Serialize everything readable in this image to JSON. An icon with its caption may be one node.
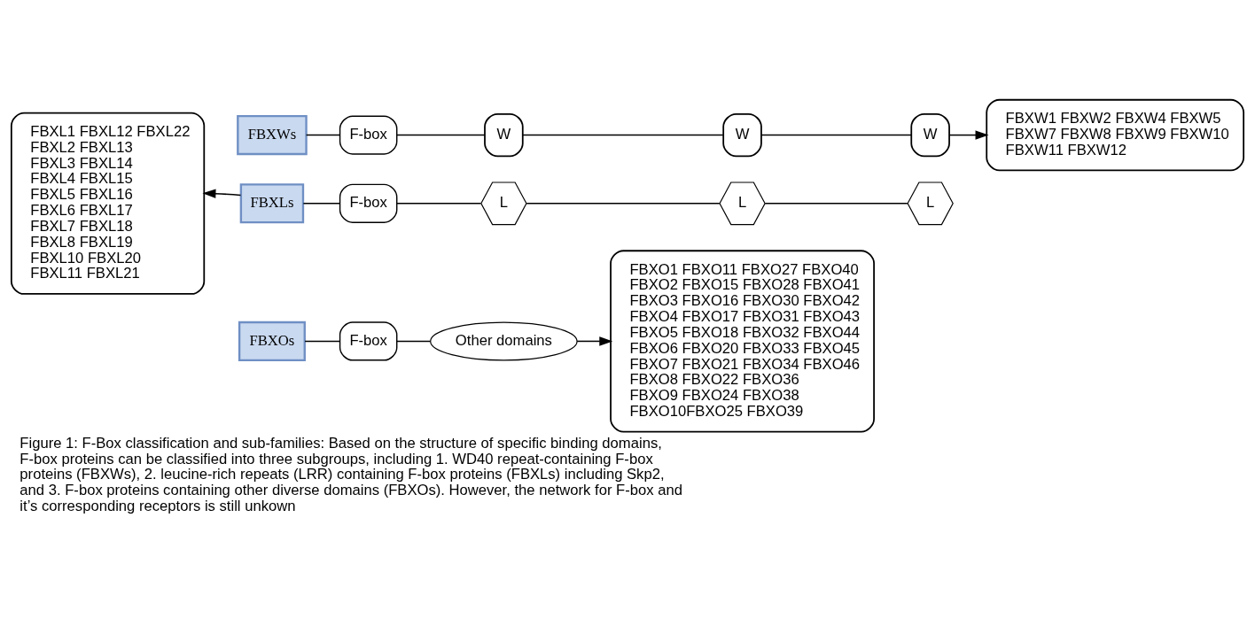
{
  "diagram": {
    "caption": "Figure 1: F-Box classification and sub-families: Based on the structure of specific binding domains, F-box proteins can be classified into three subgroups, including 1. WD40 repeat-containing F-box proteins (FBXWs), 2. leucine-rich repeats (LRR) containing F-box proteins (FBXLs) including Skp2, and 3. F-box proteins containing other diverse domains (FBXOs). However, the network for F-box and it’s corresponding receptors is still unkown",
    "nodes": [
      {
        "text": [
          "FBXWs"
        ]
      },
      {
        "text": [
          "F-box"
        ]
      },
      {
        "text": [
          "W"
        ]
      },
      {
        "text": [
          "W"
        ]
      },
      {
        "text": [
          "W"
        ]
      },
      {
        "text": [
          "FBXW1 FBXW2 FBXW4 FBXW5",
          "FBXW7 FBXW8 FBXW9 FBXW10",
          "FBXW11 FBXW12"
        ]
      },
      {
        "text": [
          "FBXL1 FBXL12 FBXL22",
          "FBXL2 FBXL13",
          "FBXL3 FBXL14",
          "FBXL4 FBXL15",
          "FBXL5 FBXL16",
          "FBXL6 FBXL17",
          "FBXL7 FBXL18",
          "FBXL8 FBXL19",
          "FBXL10 FBXL20",
          "FBXL11 FBXL21"
        ]
      },
      {
        "text": [
          "FBXLs"
        ]
      },
      {
        "text": [
          "F-box"
        ]
      },
      {
        "text": [
          "L"
        ]
      },
      {
        "text": [
          "L"
        ]
      },
      {
        "text": [
          "L"
        ]
      },
      {
        "text": [
          "FBXO1 FBXO11 FBXO27 FBXO40",
          "FBXO2 FBXO15 FBXO28 FBXO41",
          "FBXO3 FBXO16 FBXO30 FBXO42",
          "FBXO4 FBXO17 FBXO31 FBXO43",
          "FBXO5 FBXO18 FBXO32 FBXO44",
          "FBXO6 FBXO20 FBXO33 FBXO45",
          "FBXO7 FBXO21 FBXO34 FBXO46",
          "FBXO8 FBXO22 FBXO36",
          "FBXO9 FBXO24 FBXO38",
          "FBXO10FBXO25 FBXO39"
        ]
      },
      {
        "text": [
          "FBXOs"
        ]
      },
      {
        "text": [
          "F-box"
        ]
      },
      {
        "text": [
          "Other domains"
        ]
      }
    ],
    "edges": [
      {
        "from": 0,
        "to": 1,
        "arrow": "none"
      },
      {
        "from": 1,
        "to": 2,
        "arrow": "none"
      },
      {
        "from": 2,
        "to": 3,
        "arrow": "none"
      },
      {
        "from": 3,
        "to": 4,
        "arrow": "none"
      },
      {
        "from": 4,
        "to": 5,
        "arrow": "to"
      },
      {
        "from": 7,
        "to": 6,
        "arrow": "to"
      },
      {
        "from": 7,
        "to": 8,
        "arrow": "none"
      },
      {
        "from": 8,
        "to": 9,
        "arrow": "none"
      },
      {
        "from": 9,
        "to": 10,
        "arrow": "none"
      },
      {
        "from": 10,
        "to": 11,
        "arrow": "none"
      },
      {
        "from": 13,
        "to": 14,
        "arrow": "none"
      },
      {
        "from": 14,
        "to": 15,
        "arrow": "none"
      },
      {
        "from": 15,
        "to": 12,
        "arrow": "to"
      }
    ]
  }
}
